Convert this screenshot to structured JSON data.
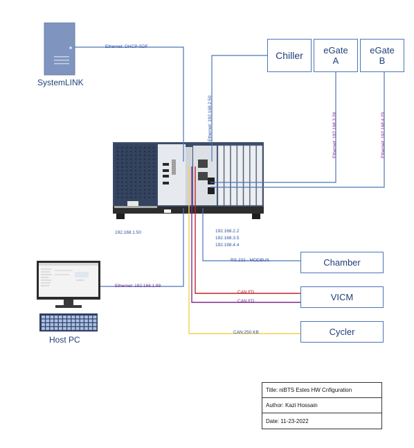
{
  "devices": {
    "systemlink": "SystemLINK",
    "host_pc": "Host PC",
    "chiller": "Chiller",
    "egate_a": [
      "eGate",
      "A"
    ],
    "egate_b": [
      "eGate",
      "B"
    ],
    "chamber": "Chamber",
    "vicm": "VICM",
    "cycler": "Cycler"
  },
  "links": {
    "systemlink_eth": "Ethernet: DHCP-SDF",
    "chiller_eth": "Ethernet: 192.168.2.50",
    "egate_a_eth": "Ethernet: 192.168.3.28",
    "egate_b_eth": "Ethernet: 192.168.4.29",
    "host_eth": "Ethernet: 192.168.1.99",
    "chamber_link": "RS 232 - MODBUS",
    "vicm_can1": "CAN FD",
    "vicm_can2": "CAN FD",
    "cycler_can": "CAN:250 KB"
  },
  "addresses": {
    "pxi_left": "192.168.1.50",
    "pxi_right": [
      "192.168.2.2",
      "192.168.3.5",
      "192.198.4.4"
    ]
  },
  "colors": {
    "ethernet": "#4a74b8",
    "can_fd_red": "#c0242a",
    "can_fd_purple": "#7b2a8c",
    "can_yellow": "#f2d14a"
  },
  "title_block": {
    "title": "Title: niBTS Estes HW Cnfiguration",
    "author": "Author: Kazi Hossain",
    "date": "Date: 11-23-2022"
  }
}
